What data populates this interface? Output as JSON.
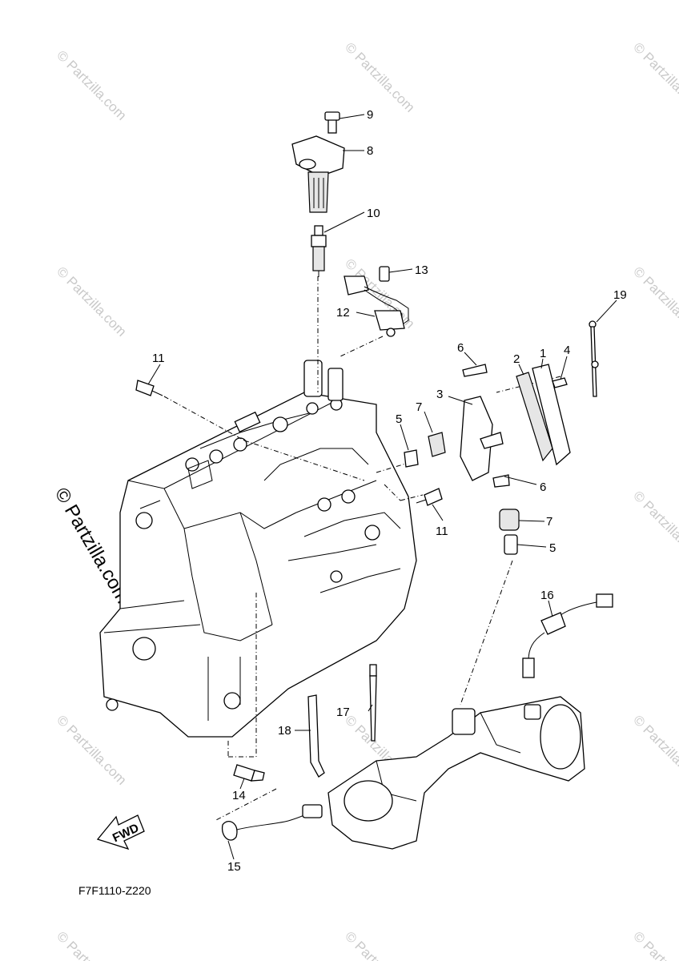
{
  "diagram": {
    "callouts": [
      "1",
      "2",
      "3",
      "4",
      "5",
      "5",
      "6",
      "6",
      "7",
      "7",
      "8",
      "9",
      "10",
      "11",
      "11",
      "12",
      "13",
      "14",
      "15",
      "16",
      "17",
      "18",
      "19"
    ],
    "fwd_label": "FWD",
    "drawing_code": "F7F1110-Z220",
    "watermark_text": "© Partzilla.com"
  }
}
